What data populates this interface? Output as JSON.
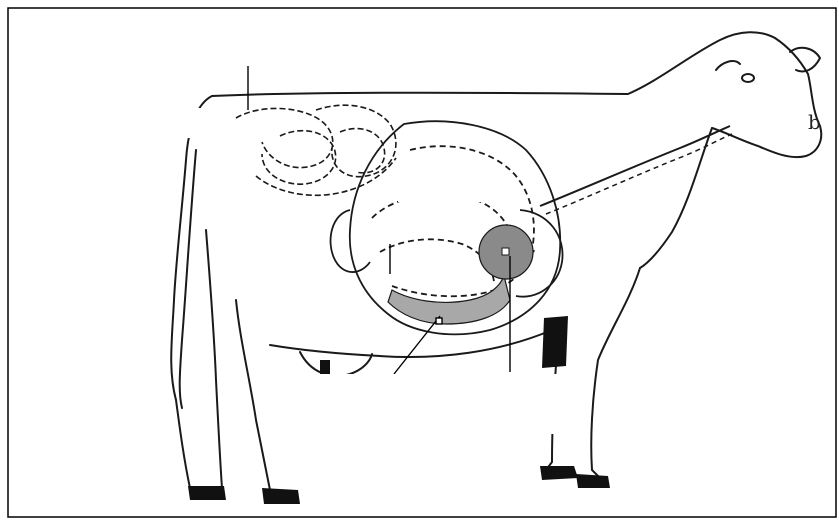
{
  "diagram": {
    "subject": "cow-digestive-system",
    "colors": {
      "frame": "#000000",
      "outline": "#1a1a1a",
      "shaded_region": "#a8a8a8",
      "shaded_circle": "#8a8a8a",
      "hoof": "#111111",
      "label_box": "#ffffff"
    },
    "labels": [
      {
        "id": "label-a",
        "text": ""
      },
      {
        "id": "label-b",
        "text": ""
      },
      {
        "id": "label-c",
        "text": ""
      },
      {
        "id": "label-d",
        "text": ""
      }
    ],
    "visible_text": {
      "edge_letter": "b"
    }
  }
}
